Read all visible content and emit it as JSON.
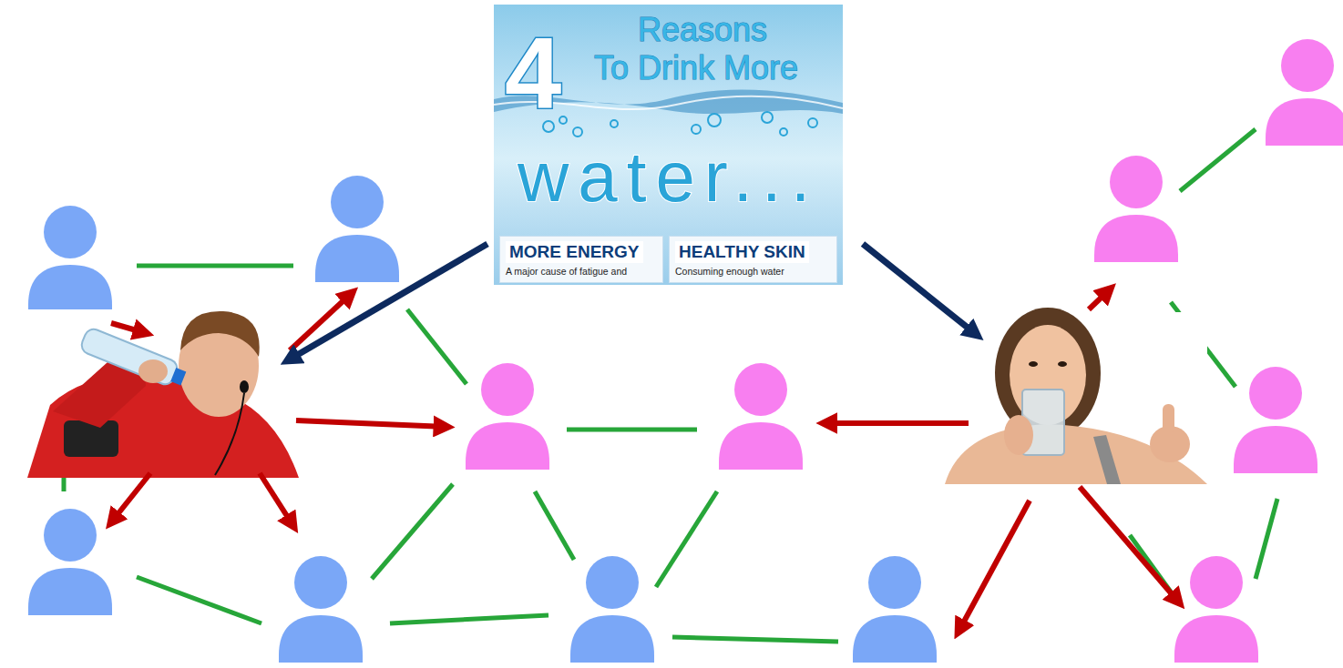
{
  "diagram": {
    "nodes": [
      {
        "text": [
          "4",
          "Reasons",
          "To Drink More",
          "water..."
        ]
      },
      {
        "text": [
          "MORE ENERGY",
          "A major cause of fatigue and"
        ],
        "in": 0
      },
      {
        "text": [
          "HEALTHY SKIN",
          "Consuming enough water"
        ],
        "in": 0
      }
    ]
  }
}
